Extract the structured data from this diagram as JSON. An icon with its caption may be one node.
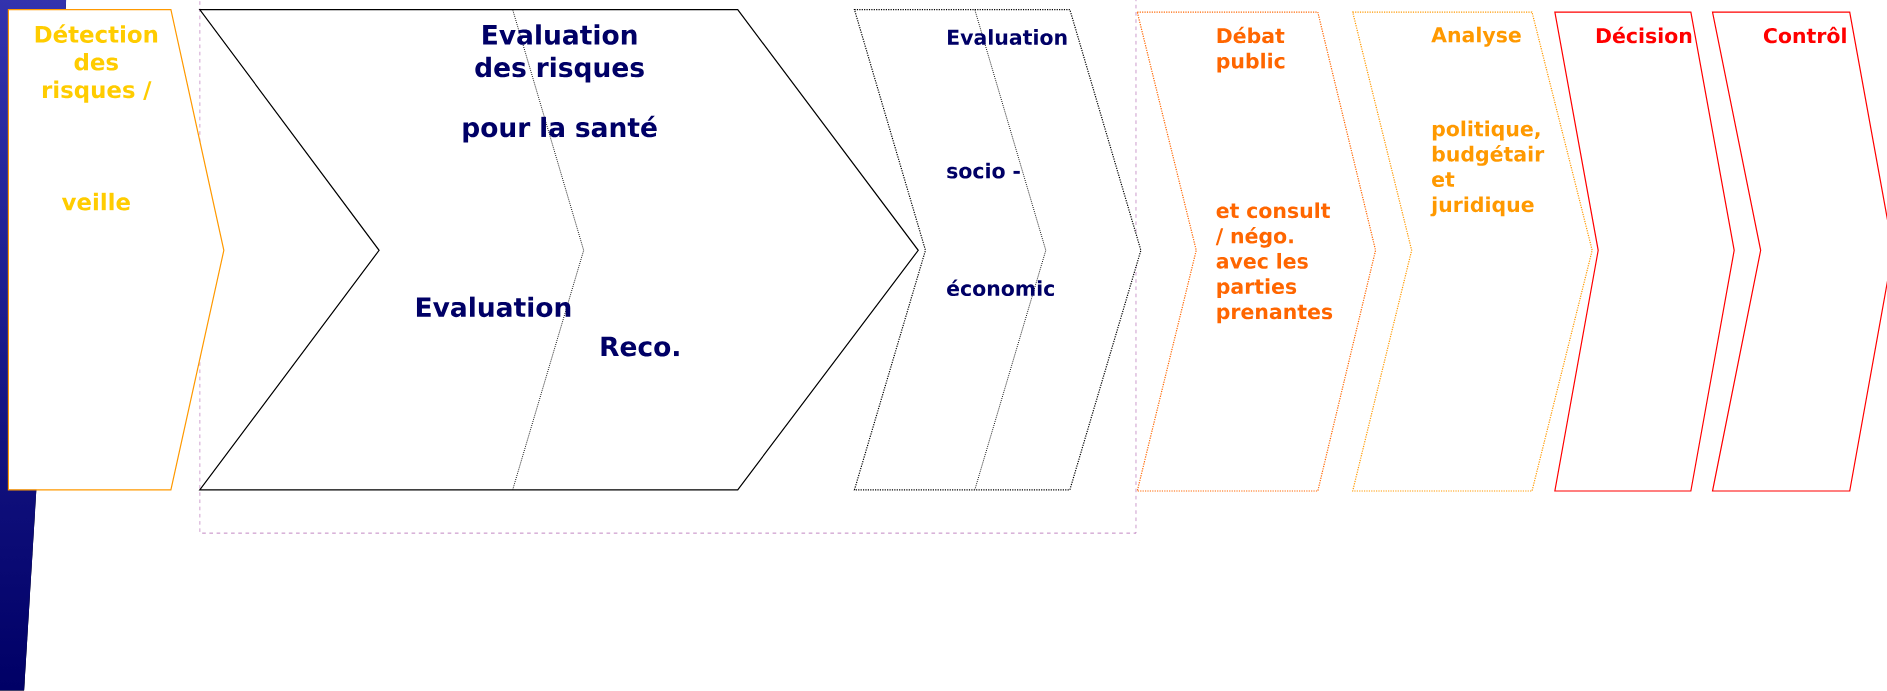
{
  "diagram": {
    "nodes": [
      {
        "text": [
          "Détection des risques /",
          "veille"
        ]
      },
      {
        "text": [
          "Evaluation des risques",
          "pour la santé",
          "Evaluation",
          "Reco."
        ]
      },
      {
        "text": [
          "Evaluation",
          "socio -",
          "économic"
        ]
      },
      {
        "text": [
          "Débat public",
          "et consult / négo. avec les parties prenantes"
        ]
      },
      {
        "text": [
          "Analyse",
          "politique, budgétair et juridique"
        ]
      },
      {
        "text": [
          "Décision"
        ]
      },
      {
        "text": [
          "Contrôl"
        ]
      }
    ]
  }
}
